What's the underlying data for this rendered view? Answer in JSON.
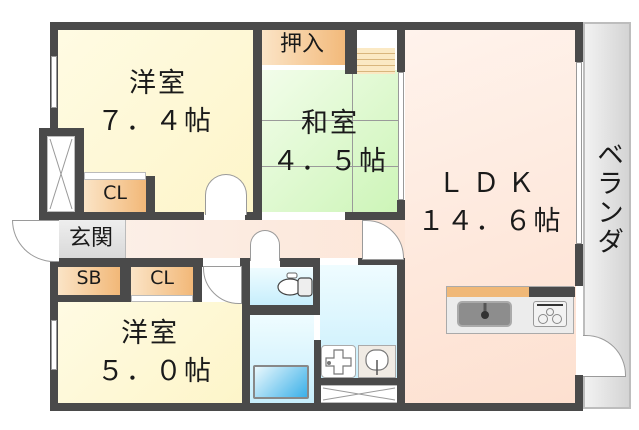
{
  "floor_plan": {
    "rooms": [
      {
        "id": "western-room-1",
        "name": "洋室",
        "size": "7.４帖"
      },
      {
        "id": "japanese-room",
        "name": "和室",
        "size": "４．５帖"
      },
      {
        "id": "ldk",
        "name": "ＬＤＫ",
        "size": "１４．６帖"
      },
      {
        "id": "western-room-2",
        "name": "洋室",
        "size": "５．０帖"
      }
    ],
    "labels": {
      "western1_name": "洋室",
      "western1_size": "７．４帖",
      "oshiire": "押入",
      "washitsu_name": "和室",
      "washitsu_size": "４．５帖",
      "ldk_name": "ＬＤＫ",
      "ldk_size": "１４．６帖",
      "balcony": "ベランダ",
      "entrance": "玄関",
      "sb": "SB",
      "cl1": "CL",
      "cl2": "CL",
      "western2_name": "洋室",
      "western2_size": "５．０帖"
    },
    "colors": {
      "wall": "#4a4a4a",
      "western_room": "#fdf5c9",
      "japanese_room": "#cdf5b8",
      "ldk": "#fde0d0",
      "water_area": "#c7eefc",
      "storage": "#f2b878",
      "balcony": "#d4d4d4"
    }
  }
}
